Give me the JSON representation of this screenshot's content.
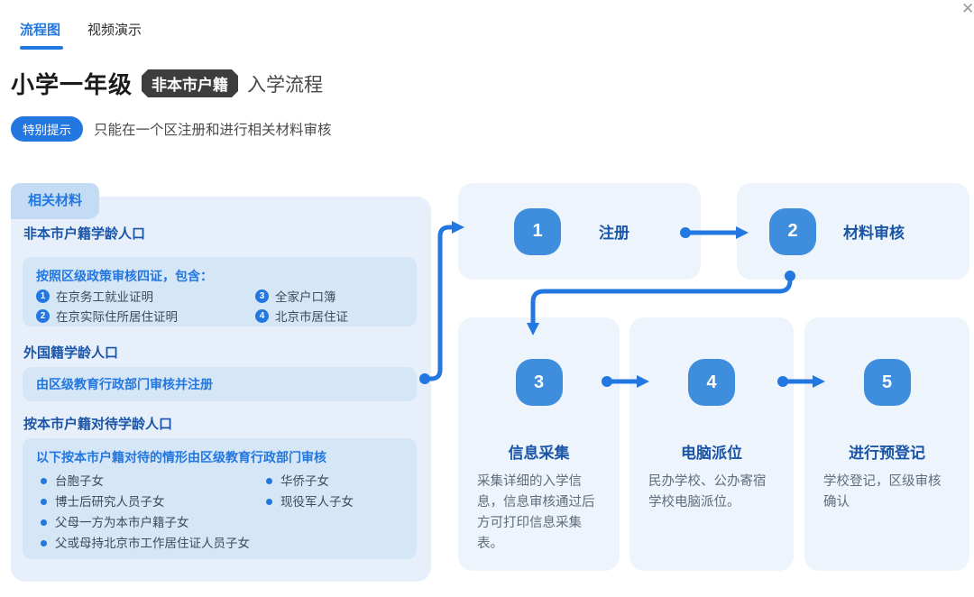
{
  "colors": {
    "accent_blue": "#2377e0",
    "step_circle_blue": "#3f8ede",
    "deep_blue_heading": "#1a55a8",
    "panel_bg": "#e6effa",
    "inner_box_bg": "#d5e6f7",
    "panel_tab_bg": "#c3dcf4",
    "flow_box_bg": "#edf4fb",
    "badge_bg": "#3d3d3d"
  },
  "close": {
    "icon": "✕"
  },
  "tabs": [
    {
      "label": "流程图",
      "active": true
    },
    {
      "label": "视频演示",
      "active": false
    }
  ],
  "title": {
    "grade": "小学一年级",
    "badge": "非本市户籍",
    "suffix": "入学流程"
  },
  "tip": {
    "tag": "特别提示",
    "text": "只能在一个区注册和进行相关材料审核"
  },
  "materials_panel": {
    "tab": "相关材料",
    "sections": [
      {
        "heading": "非本市户籍学龄人口",
        "box": {
          "title": "按照区级政策审核四证，包含：",
          "numbered_items": [
            {
              "num": "1",
              "text": "在京务工就业证明"
            },
            {
              "num": "2",
              "text": "在京实际住所居住证明"
            },
            {
              "num": "3",
              "text": "全家户口簿"
            },
            {
              "num": "4",
              "text": "北京市居住证"
            }
          ]
        }
      },
      {
        "heading": "外国籍学龄人口",
        "box": {
          "text": "由区级教育行政部门审核并注册"
        }
      },
      {
        "heading": "按本市户籍对待学龄人口",
        "box": {
          "title": "以下按本市户籍对待的情形由区级教育行政部门审核",
          "bullets_col1": [
            "台胞子女",
            "博士后研究人员子女",
            "父母一方为本市户籍子女",
            "父或母持北京市工作居住证人员子女"
          ],
          "bullets_col2": [
            "华侨子女",
            "现役军人子女"
          ]
        }
      }
    ]
  },
  "flow": {
    "steps": [
      {
        "num": "1",
        "label": "注册",
        "desc": ""
      },
      {
        "num": "2",
        "label": "材料审核",
        "desc": ""
      },
      {
        "num": "3",
        "label": "信息采集",
        "desc": "采集详细的入学信息，信息审核通过后方可打印信息采集表。"
      },
      {
        "num": "4",
        "label": "电脑派位",
        "desc": "民办学校、公办寄宿学校电脑派位。"
      },
      {
        "num": "5",
        "label": "进行预登记",
        "desc": "学校登记，区级审核确认"
      }
    ]
  }
}
